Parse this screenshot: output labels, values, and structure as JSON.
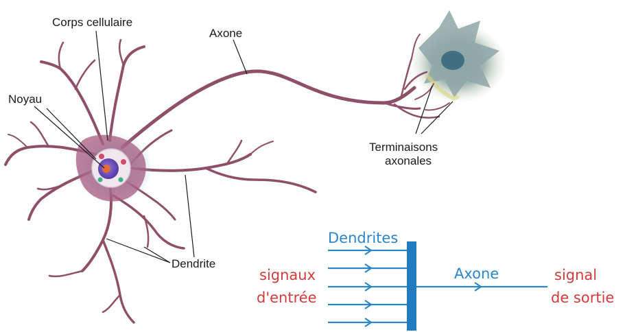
{
  "labels": {
    "corps_cellulaire": "Corps cellulaire",
    "axone": "Axone",
    "noyau": "Noyau",
    "terminaisons_line1": "Terminaisons",
    "terminaisons_line2": "axonales",
    "dendrite": "Dendrite"
  },
  "schema": {
    "dendrites": "Dendrites",
    "axone": "Axone",
    "input_line1": "signaux",
    "input_line2": "d'entrée",
    "output_line1": "signal",
    "output_line2": "de sortie"
  },
  "colors": {
    "neuron": "#8e4f68",
    "neuron_fill": "#a8597c",
    "cell_body_glow": "#9ecfe8",
    "nucleus": "#6a48b8",
    "nucleolus": "#e2693a",
    "target_cell": "#6c8f9a",
    "label_text": "#1a1a1a",
    "schema_blue": "#2a86c8",
    "schema_red": "#d23b3b"
  }
}
